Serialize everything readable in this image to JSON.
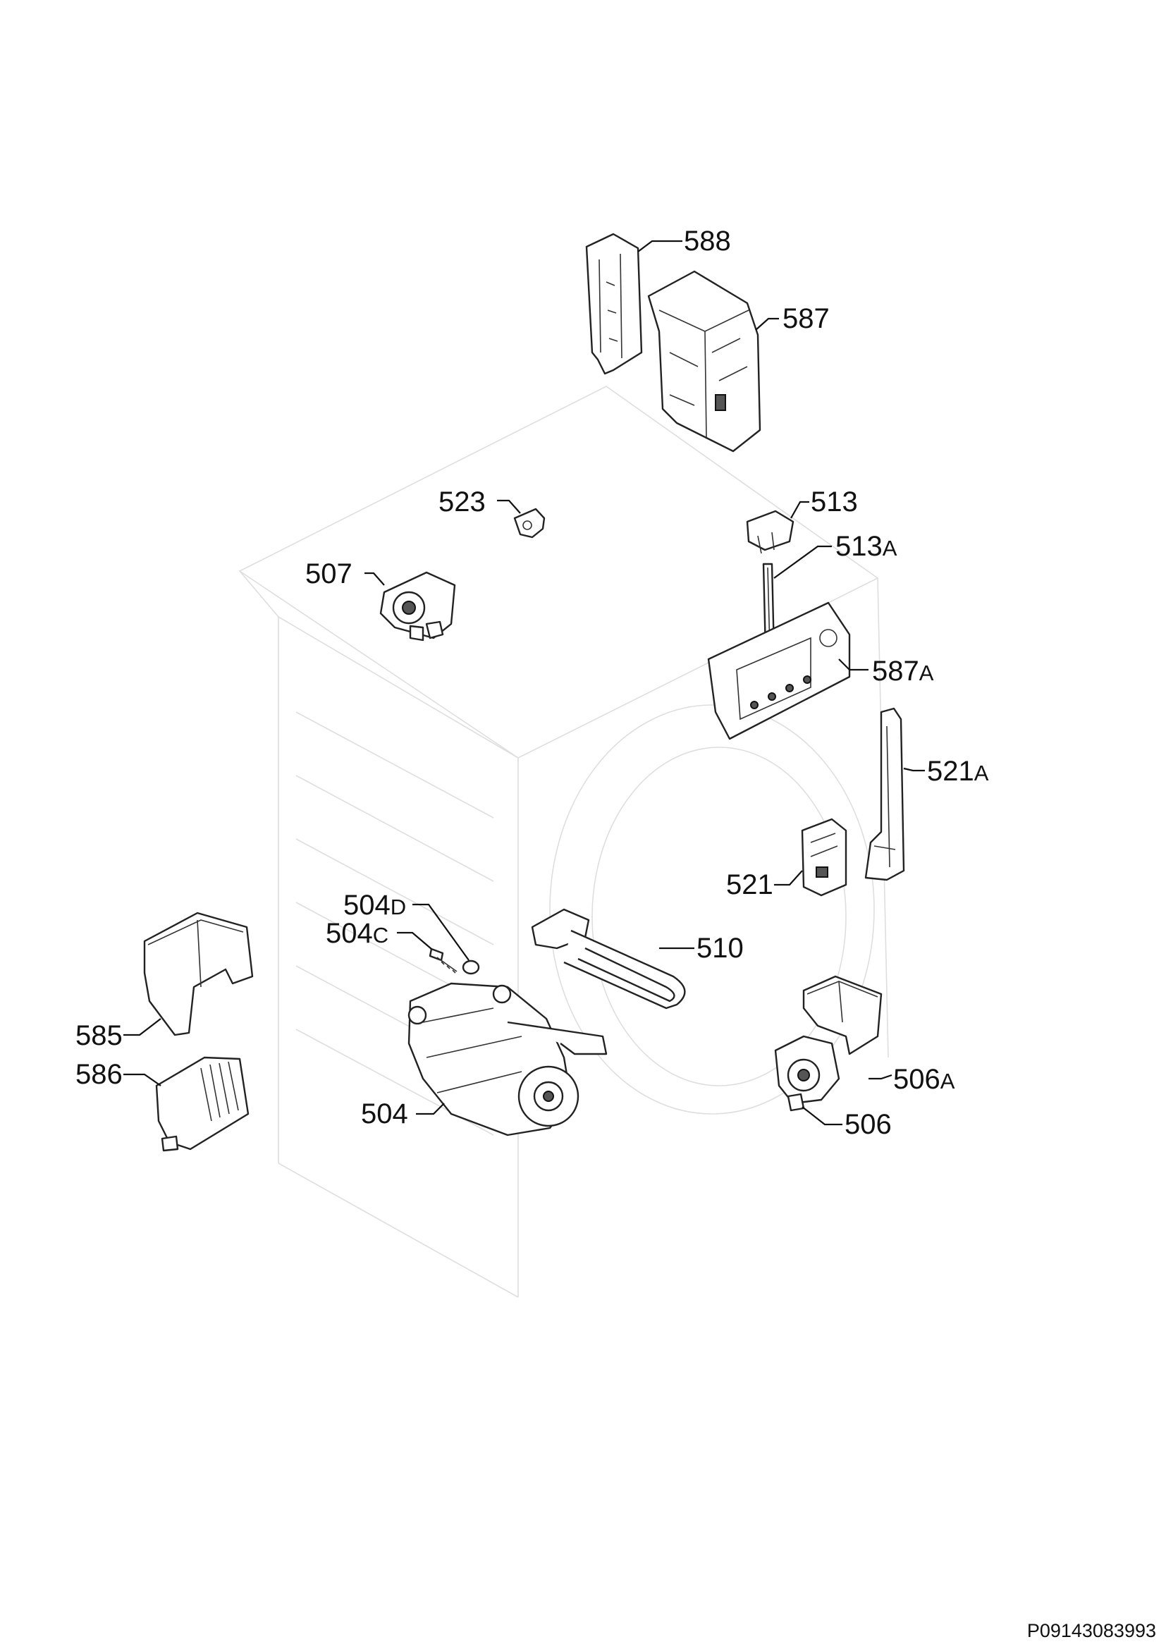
{
  "document_code": "P09143083993",
  "parts": [
    {
      "id": "588",
      "base": "588",
      "suffix": "",
      "name": "part-588"
    },
    {
      "id": "587",
      "base": "587",
      "suffix": "",
      "name": "part-587"
    },
    {
      "id": "523",
      "base": "523",
      "suffix": "",
      "name": "part-523"
    },
    {
      "id": "513",
      "base": "513",
      "suffix": "",
      "name": "part-513"
    },
    {
      "id": "513A",
      "base": "513",
      "suffix": "A",
      "name": "part-513a"
    },
    {
      "id": "507",
      "base": "507",
      "suffix": "",
      "name": "part-507"
    },
    {
      "id": "587A",
      "base": "587",
      "suffix": "A",
      "name": "part-587a"
    },
    {
      "id": "521A",
      "base": "521",
      "suffix": "A",
      "name": "part-521a"
    },
    {
      "id": "521",
      "base": "521",
      "suffix": "",
      "name": "part-521"
    },
    {
      "id": "504D",
      "base": "504",
      "suffix": "D",
      "name": "part-504d"
    },
    {
      "id": "504C",
      "base": "504",
      "suffix": "C",
      "name": "part-504c"
    },
    {
      "id": "510",
      "base": "510",
      "suffix": "",
      "name": "part-510"
    },
    {
      "id": "585",
      "base": "585",
      "suffix": "",
      "name": "part-585"
    },
    {
      "id": "586",
      "base": "586",
      "suffix": "",
      "name": "part-586"
    },
    {
      "id": "506A",
      "base": "506",
      "suffix": "A",
      "name": "part-506a"
    },
    {
      "id": "504",
      "base": "504",
      "suffix": "",
      "name": "part-504"
    },
    {
      "id": "506",
      "base": "506",
      "suffix": "",
      "name": "part-506"
    }
  ]
}
